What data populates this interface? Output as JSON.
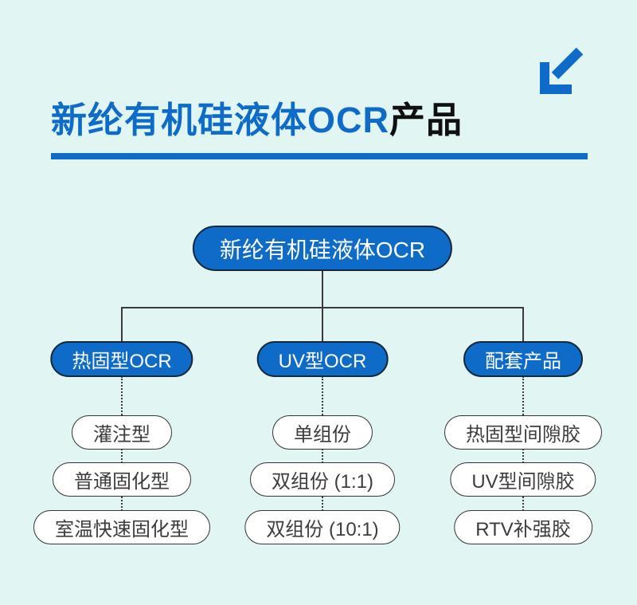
{
  "colors": {
    "background": "#e1f5f2",
    "accent": "#0e6cc8",
    "connector": "#3a3a3a"
  },
  "header": {
    "title_highlight": "新纶有机硅液体OCR",
    "title_suffix": "产品",
    "arrow_icon": "arrow-down-left"
  },
  "tree": {
    "root": "新纶有机硅液体OCR",
    "branches": [
      {
        "label": "热固型OCR",
        "children": [
          "灌注型",
          "普通固化型",
          "室温快速固化型"
        ]
      },
      {
        "label": "UV型OCR",
        "children": [
          "单组份",
          "双组份 (1:1)",
          "双组份 (10:1)"
        ]
      },
      {
        "label": "配套产品",
        "children": [
          "热固型间隙胶",
          "UV型间隙胶",
          "RTV补强胶"
        ]
      }
    ]
  }
}
